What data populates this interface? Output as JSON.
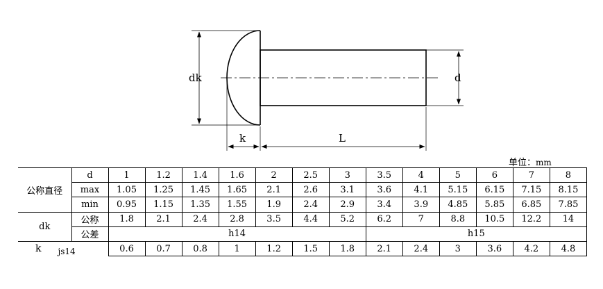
{
  "drawing": {
    "dk_label": "dk",
    "d_label": "d",
    "k_label": "k",
    "L_label": "L"
  },
  "unit_note": {
    "label": "单位：",
    "unit": "mm"
  },
  "table": {
    "group_nominal_diameter": "公称直径",
    "row_d_label": "d",
    "row_max_label": "max",
    "row_min_label": "min",
    "d_values": [
      "1",
      "1.2",
      "1.4",
      "1.6",
      "2",
      "2.5",
      "3",
      "3.5",
      "4",
      "5",
      "6",
      "7",
      "8"
    ],
    "max_values": [
      "1.05",
      "1.25",
      "1.45",
      "1.65",
      "2.1",
      "2.6",
      "3.1",
      "3.6",
      "4.1",
      "5.15",
      "6.15",
      "7.15",
      "8.15"
    ],
    "min_values": [
      "0.95",
      "1.15",
      "1.35",
      "1.55",
      "1.9",
      "2.4",
      "2.9",
      "3.4",
      "3.9",
      "4.85",
      "5.85",
      "6.85",
      "7.85"
    ],
    "dk_group_label": "dk",
    "dk_nominal_label": "公称",
    "dk_values": [
      "1.8",
      "2.1",
      "2.4",
      "2.8",
      "3.5",
      "4.4",
      "5.2",
      "6.2",
      "7",
      "8.8",
      "10.5",
      "12.2",
      "14"
    ],
    "dk_tolerance_label": "公差",
    "tolerance_h14": "h14",
    "tolerance_h15": "h15",
    "k_label": "k",
    "k_tolerance": "js14",
    "k_values": [
      "0.6",
      "0.7",
      "0.8",
      "1",
      "1.2",
      "1.5",
      "1.8",
      "2.1",
      "2.4",
      "3",
      "3.6",
      "4.2",
      "4.8"
    ]
  }
}
